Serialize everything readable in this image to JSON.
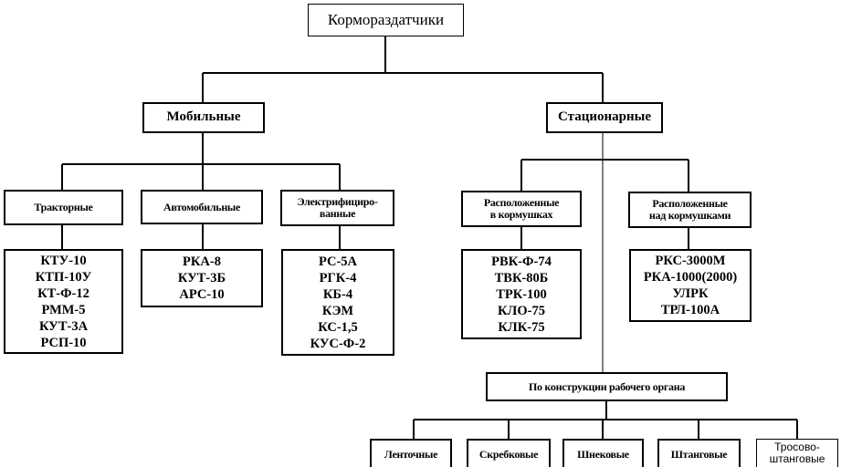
{
  "root": "Кормораздатчики",
  "mobile": {
    "label": "Мобильные",
    "groups": [
      {
        "label": "Тракторные",
        "items": [
          "КТУ-10",
          "КТП-10У",
          "КТ-Ф-12",
          "РММ-5",
          "КУТ-3А",
          "РСП-10"
        ]
      },
      {
        "label": "Автомобильные",
        "items": [
          "РКА-8",
          "КУТ-3Б",
          "АРС-10"
        ]
      },
      {
        "label_line1": "Электрифициро-",
        "label_line2": "ванные",
        "items": [
          "РС-5А",
          "РГК-4",
          "КБ-4",
          "КЭМ",
          "КС-1,5",
          "КУС-Ф-2"
        ]
      }
    ]
  },
  "stationary": {
    "label": "Стационарные",
    "groups": [
      {
        "label_line1": "Расположенные",
        "label_line2": "в кормушках",
        "items": [
          "РВК-Ф-74",
          "ТВК-80Б",
          "ТРК-100",
          "КЛО-75",
          "КЛК-75"
        ]
      },
      {
        "label_line1": "Расположенные",
        "label_line2": "над кормушками",
        "items": [
          "РКС-3000М",
          "РКА-1000(2000)",
          "УЛРК",
          "ТРЛ-100А"
        ]
      }
    ]
  },
  "construction": {
    "label": "По конструкции рабочего органа",
    "types": [
      "Ленточные",
      "Скребковые",
      "Шнековые",
      "Штанговые"
    ],
    "last_line1": "Тросово-",
    "last_line2": "штанговые"
  }
}
